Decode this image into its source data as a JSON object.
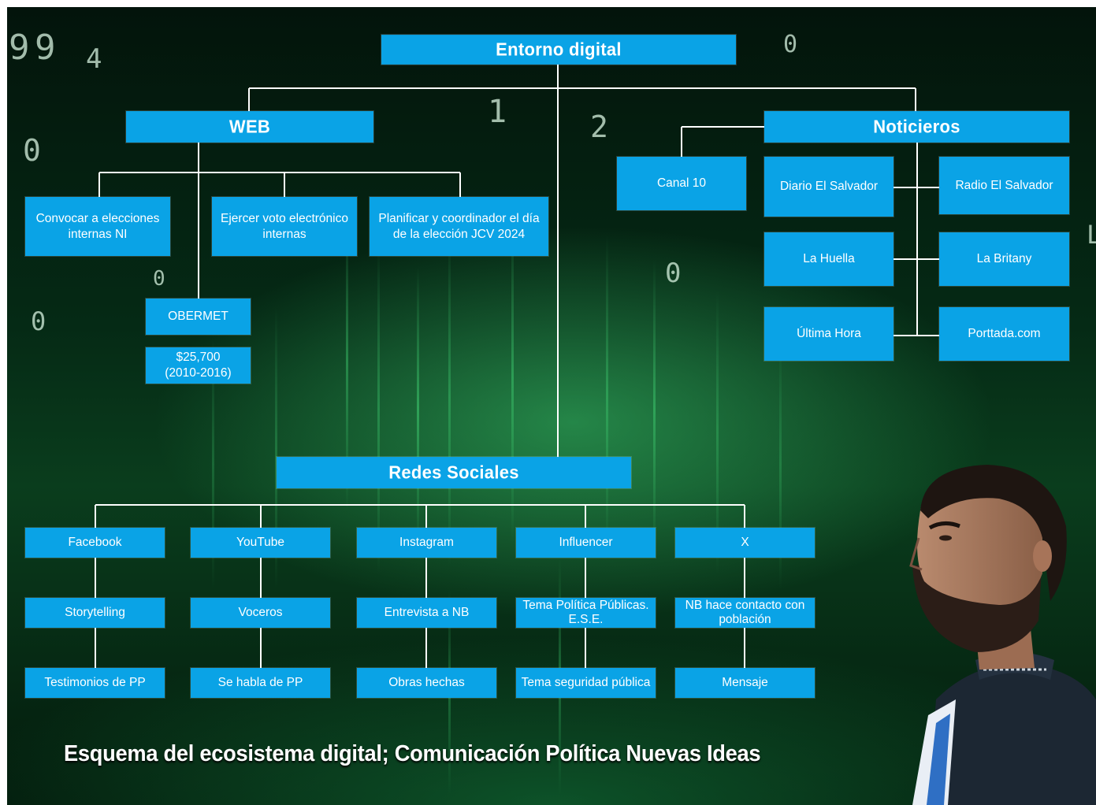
{
  "diagram": {
    "root": "Entorno digital",
    "web": {
      "title": "WEB",
      "items": [
        "Convocar a elecciones internas NI",
        "Ejercer voto electrónico internas",
        "Planificar y coordinador el día de la elección JCV 2024"
      ],
      "obermet": "OBERMET",
      "cost": "$25,700",
      "period": "(2010-2016)"
    },
    "noticieros": {
      "title": "Noticieros",
      "canal": "Canal 10",
      "items": [
        "Diario El Salvador",
        "Radio El Salvador",
        "La Huella",
        "La Britany",
        "Última Hora",
        "Porttada.com"
      ]
    },
    "redes": {
      "title": "Redes Sociales",
      "columns": [
        [
          "Facebook",
          "Storytelling",
          "Testimonios de PP"
        ],
        [
          "YouTube",
          "Voceros",
          "Se habla de PP"
        ],
        [
          "Instagram",
          "Entrevista a NB",
          "Obras hechas"
        ],
        [
          "Influencer",
          "Tema Política Públicas. E.S.E.",
          "Tema seguridad pública"
        ],
        [
          "X",
          "NB hace contacto con población",
          "Mensaje"
        ]
      ]
    },
    "caption": "Esquema del ecosistema digital; Comunicación Política Nuevas Ideas"
  },
  "colors": {
    "box": "#0aa3e6",
    "line": "#ffffff",
    "background": "#052a15"
  }
}
